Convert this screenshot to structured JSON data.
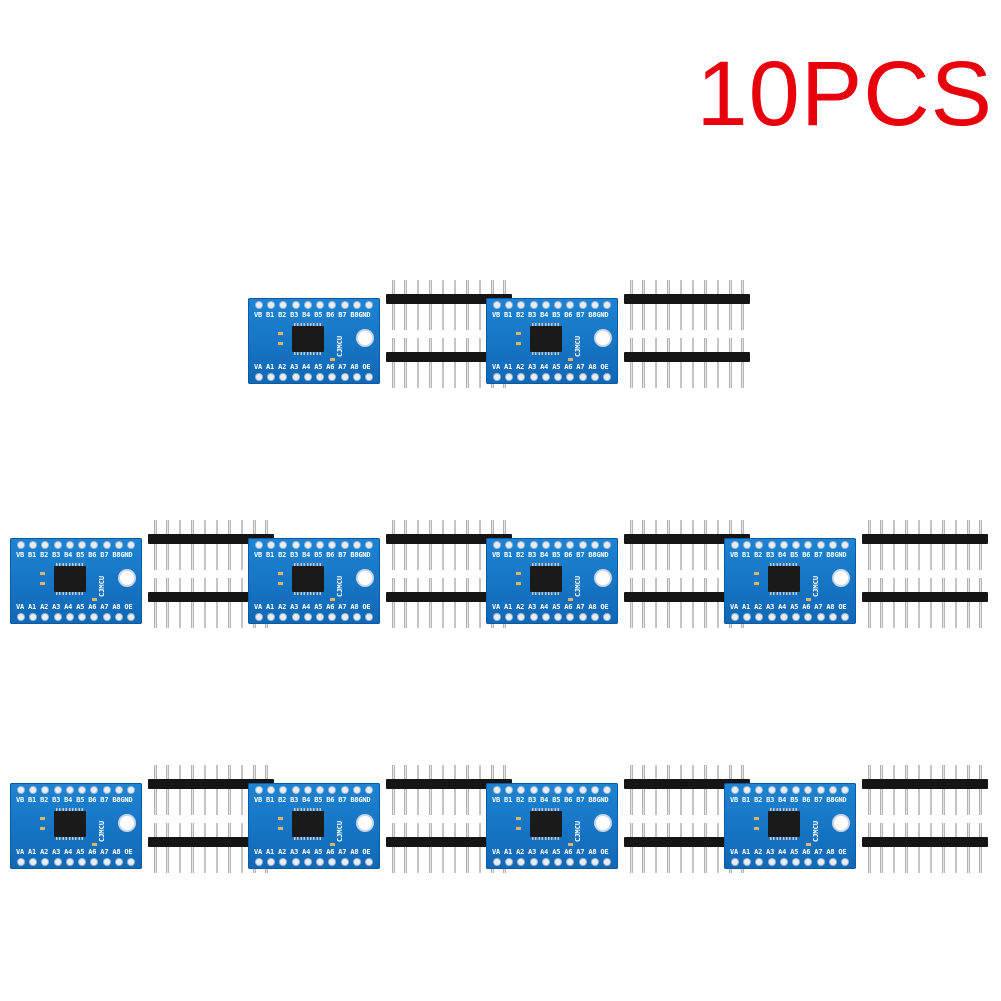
{
  "title": "10PCS",
  "colors": {
    "title": "#e8000d",
    "board": "#1573c2",
    "header_plastic": "#151515",
    "background": "#ffffff"
  },
  "board_labels": {
    "top": "VB B1 B2 B3 B4 B5 B6 B7 B8GND",
    "bottom": "VA A1 A2 A3 A4 A5 A6 A7 A8 OE",
    "brand": "CJMCU"
  },
  "module_count": 10
}
